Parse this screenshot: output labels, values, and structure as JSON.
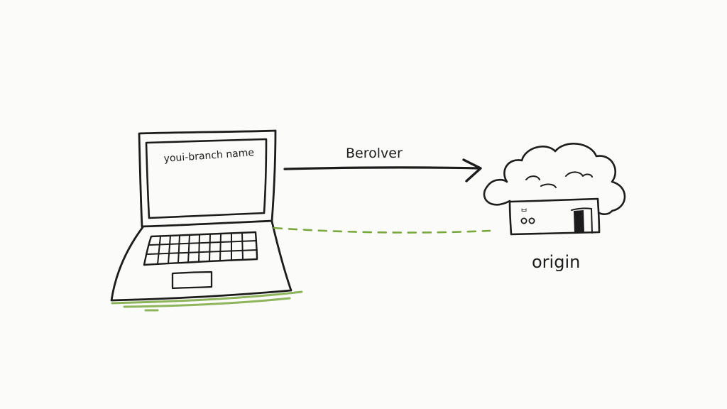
{
  "laptop": {
    "screen_label": "youi-branch name"
  },
  "arrow": {
    "label": "Berolver"
  },
  "remote": {
    "label": "origin",
    "server_marks": "ᄇ\noo"
  },
  "colors": {
    "ink": "#1c1c1c",
    "accent_green": "#7aa83e",
    "background": "#fbfbfa"
  },
  "icons": {
    "local_machine": "laptop-icon",
    "remote_repo": "cloud-server-icon",
    "push_direction": "arrow-right-icon"
  }
}
